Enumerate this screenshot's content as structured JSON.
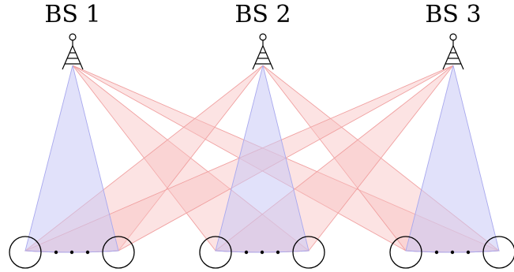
{
  "base_stations": [
    {
      "label": "BS 1"
    },
    {
      "label": "BS 2"
    },
    {
      "label": "BS 3"
    }
  ],
  "user_groups": [
    {
      "id": 1
    },
    {
      "id": 2
    },
    {
      "id": 3
    }
  ],
  "colors": {
    "serving_beam_fill": "#c9c9f5",
    "serving_beam_stroke": "#a8a8ee",
    "interference_beam_fill": "#f8c2c2",
    "interference_beam_stroke": "#f0a0a0",
    "outline": "#000000"
  }
}
